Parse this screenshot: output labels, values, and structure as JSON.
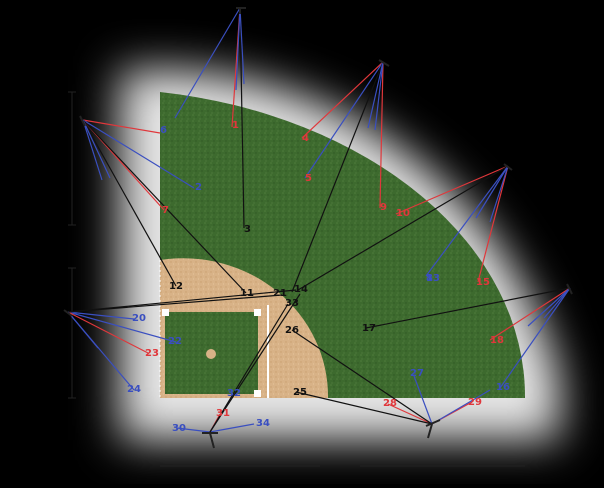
{
  "colors": {
    "background": "#000000",
    "glow": "#e8e8e8",
    "grass": "#3f6a2f",
    "infield_dirt": "#d9b48a",
    "line_red": "#e0373b",
    "line_blue": "#3a4fc0",
    "line_black": "#111111",
    "dim_line": "#222222",
    "base_line": "#ffffff"
  },
  "labels": [
    {
      "id": "1",
      "text": "1",
      "color": "red"
    },
    {
      "id": "2",
      "text": "2",
      "color": "blue"
    },
    {
      "id": "3",
      "text": "3",
      "color": "black"
    },
    {
      "id": "4",
      "text": "4",
      "color": "red"
    },
    {
      "id": "5",
      "text": "5",
      "color": "red"
    },
    {
      "id": "6",
      "text": "6",
      "color": "blue"
    },
    {
      "id": "7",
      "text": "7",
      "color": "red"
    },
    {
      "id": "8",
      "text": "8",
      "color": "blue"
    },
    {
      "id": "9",
      "text": "9",
      "color": "red"
    },
    {
      "id": "10",
      "text": "10",
      "color": "red"
    },
    {
      "id": "11",
      "text": "11",
      "color": "black"
    },
    {
      "id": "12",
      "text": "12",
      "color": "black"
    },
    {
      "id": "13",
      "text": "13",
      "color": "blue"
    },
    {
      "id": "14",
      "text": "14",
      "color": "black"
    },
    {
      "id": "15",
      "text": "15",
      "color": "red"
    },
    {
      "id": "16",
      "text": "16",
      "color": "blue"
    },
    {
      "id": "17",
      "text": "17",
      "color": "black"
    },
    {
      "id": "18",
      "text": "18",
      "color": "red"
    },
    {
      "id": "20",
      "text": "20",
      "color": "blue"
    },
    {
      "id": "21",
      "text": "21",
      "color": "black"
    },
    {
      "id": "22",
      "text": "22",
      "color": "blue"
    },
    {
      "id": "23",
      "text": "23",
      "color": "red"
    },
    {
      "id": "24",
      "text": "24",
      "color": "blue"
    },
    {
      "id": "25",
      "text": "25",
      "color": "black"
    },
    {
      "id": "26",
      "text": "26",
      "color": "black"
    },
    {
      "id": "27",
      "text": "27",
      "color": "blue"
    },
    {
      "id": "28",
      "text": "28",
      "color": "red"
    },
    {
      "id": "29",
      "text": "29",
      "color": "red"
    },
    {
      "id": "30",
      "text": "30",
      "color": "blue"
    },
    {
      "id": "31",
      "text": "31",
      "color": "red"
    },
    {
      "id": "32",
      "text": "32",
      "color": "blue"
    },
    {
      "id": "33",
      "text": "33",
      "color": "black"
    },
    {
      "id": "34",
      "text": "34",
      "color": "blue"
    }
  ],
  "poles": [
    {
      "id": "pole-top"
    },
    {
      "id": "pole-top-right"
    },
    {
      "id": "pole-right"
    },
    {
      "id": "pole-far-right"
    },
    {
      "id": "pole-left-upper"
    },
    {
      "id": "pole-left-mid"
    },
    {
      "id": "pole-bottom-left"
    },
    {
      "id": "pole-bottom-right"
    }
  ]
}
